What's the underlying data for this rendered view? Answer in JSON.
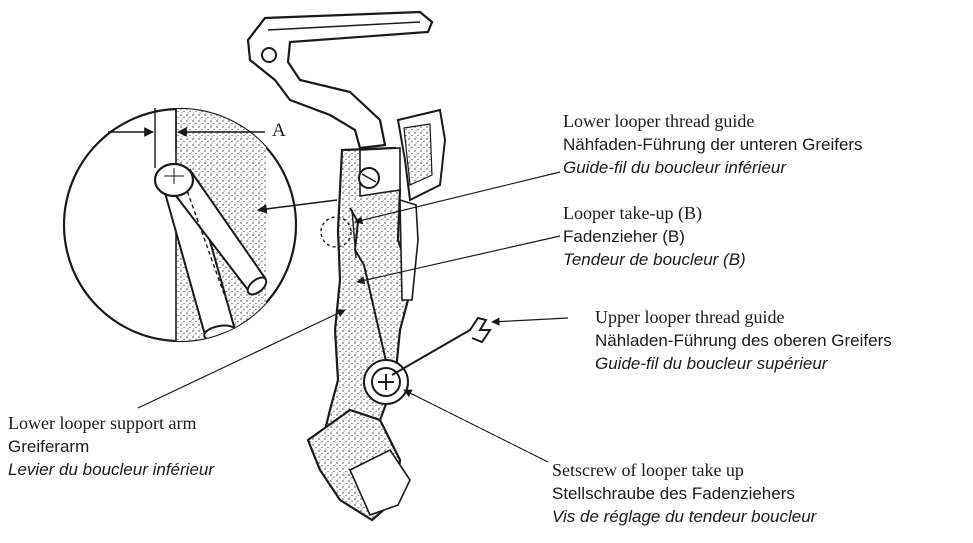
{
  "dimension_label": "A",
  "labels": {
    "lower_looper_thread_guide": {
      "en": "Lower looper thread guide",
      "de": "Nähfaden-Führung der unteren Greifers",
      "fr": "Guide-fil du boucleur inférieur"
    },
    "looper_take_up": {
      "en": "Looper take-up (B)",
      "de": "Fadenzieher (B)",
      "fr": "Tendeur de boucleur (B)"
    },
    "upper_looper_thread_guide": {
      "en": "Upper looper thread guide",
      "de": "Nähladen-Führung des oberen Greifers",
      "fr": "Guide-fil du boucleur supérieur"
    },
    "lower_looper_support_arm": {
      "en": "Lower looper support arm",
      "de": "Greiferarm",
      "fr": "Levier du boucleur inférieur"
    },
    "setscrew": {
      "en": "Setscrew of looper take up",
      "de": "Stellschraube des Fadenziehers",
      "fr": "Vis de réglage du tendeur boucleur"
    }
  }
}
